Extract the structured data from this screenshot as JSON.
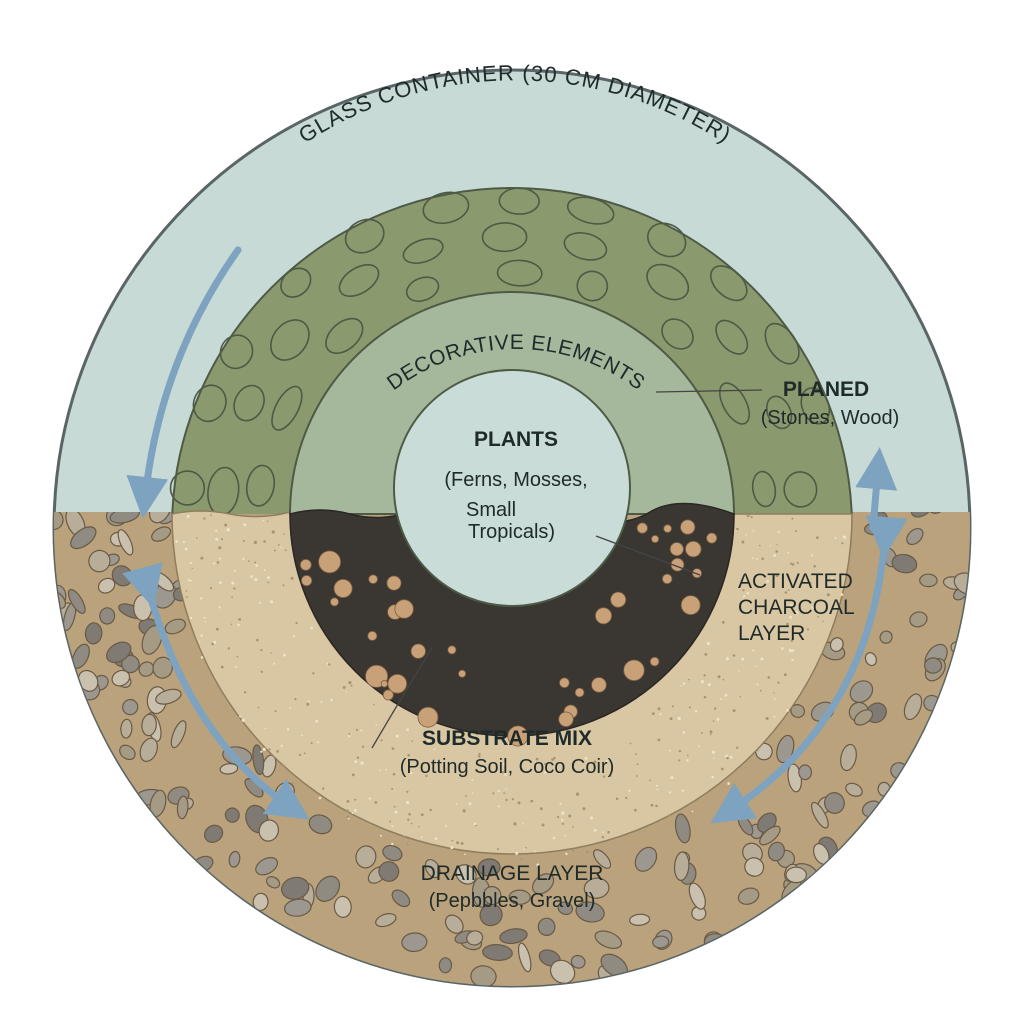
{
  "container": {
    "label": "GLASS CONTAINER (30 CM DIAMETER)"
  },
  "decorative": {
    "label": "DECORATIVE ELEMENTS"
  },
  "planed": {
    "title": "PLANED",
    "detail": "(Stones, Wood)"
  },
  "plants": {
    "title": "PLANTS",
    "line1": "(Ferns, Mosses,",
    "line2": "Small",
    "line3": "Tropicals)"
  },
  "charcoal": {
    "line1": "ACTIVATED",
    "line2": "CHARCOAL",
    "line3": "LAYER"
  },
  "substrate": {
    "title": "SUBSTRATE MIX",
    "detail": "(Potting Soil, Coco Coir)"
  },
  "drainage": {
    "title": "DRAINAGE LAYER",
    "detail": "(Pepbbles, Gravel)"
  },
  "colors": {
    "glass": "#c7dad6",
    "moss": "#8a9a6e",
    "decor_ring": "#a6b89c",
    "plants_center": "#c9dcd7",
    "charcoal": "#3a3733",
    "substrate": "#d8c7a2",
    "drainage": "#b9a27c",
    "flow_arrow": "#7da3c0"
  }
}
